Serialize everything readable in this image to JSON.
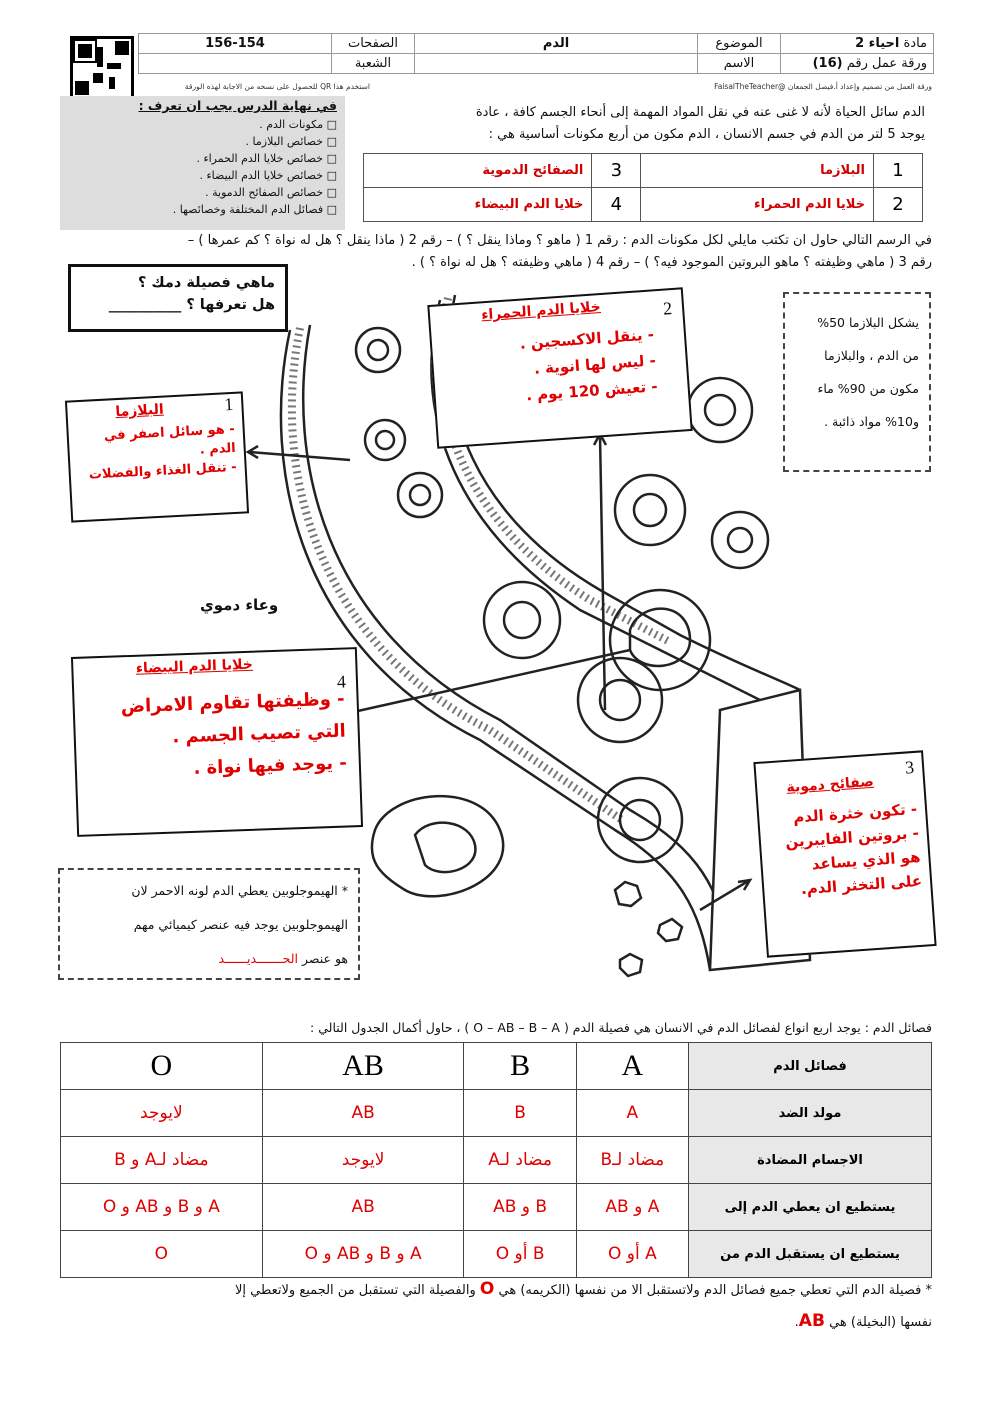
{
  "header": {
    "subject_label": "مادة",
    "subject_value": "احياء 2",
    "topic_label": "الموضوع",
    "topic_value": "الدم",
    "pages_label": "الصفحات",
    "pages_value": "156-154",
    "sheet_label": "ورقة عمل رقم",
    "sheet_value": "(16)",
    "name_label": "الاسم",
    "section_label": "الشعبة",
    "credit": "ورقة العمل من تصميم وإعداد أ.فيصل الجمعان @FaisalTheTeacher",
    "qr_note": "استخدم هذا QR للحصول على نسخه من الاجابة لهذه الورقة"
  },
  "objectives": {
    "title": "في نهاية الدرس يجب ان تعرف :",
    "items": [
      "مكونات الدم .",
      "خصائص البلازما .",
      "خصائص خلايا الدم الحمراء .",
      "خصائص خلايا الدم البيضاء .",
      "خصائص الصفائح الدموية .",
      "فصائل الدم المختلفة وخصائصها ."
    ]
  },
  "intro": {
    "line1": "الدم سائل الحياة لأنه لا غنى عنه في نقل المواد المهمة إلى أنحاء الجسم كافة ، عادة",
    "line2": "يوجد 5 لتر من الدم في جسم الانسان ، الدم مكون من أربع مكونات أساسية هي :"
  },
  "components": [
    {
      "num": "1",
      "name": "البلازما"
    },
    {
      "num": "3",
      "name": "الصفائح الدموية"
    },
    {
      "num": "2",
      "name": "خلايا الدم الحمراء"
    },
    {
      "num": "4",
      "name": "خلايا الدم البيضاء"
    }
  ],
  "instructions": {
    "line1": "في الرسم التالي حاول ان تكتب مايلي لكل مكونات الدم : رقم 1 ( ماهو ؟ وماذا ينقل ؟ ) – رقم 2 ( ماذا ينقل ؟ هل له نواة ؟ كم عمرها ) –",
    "line2": "رقم 3 ( ماهي وظيفته ؟ ماهو البروتين الموجود فيه؟ ) – رقم 4 ( ماهي وظيفته ؟ هل له نواة ؟ ) ."
  },
  "question_box": {
    "line1": "ماهي فصيلة دمك ؟",
    "line2": "هل تعرفها ؟ __________"
  },
  "plasma_note": {
    "line1": "يشكل البلازما 50%",
    "line2": "من الدم ، والبلازما",
    "line3": "مكون من 90% ماء",
    "line4": "و10% مواد ذائبة ."
  },
  "labels": {
    "plasma": {
      "num": "1",
      "title": "البلازما",
      "a1": "- هو سائل اصفر في",
      "a2": "الدم .",
      "a3": "- تنقل الغذاء والفضلات"
    },
    "red": {
      "num": "2",
      "title": "خلايا الدم الحمراء",
      "a1": "- ينقل الاكسجين .",
      "a2": "- ليس لها انوية .",
      "a3": "- تعيش 120 يوم ."
    },
    "platelets": {
      "num": "3",
      "title": "صفائح دموية",
      "a1": "- تكون خثرة الدم",
      "a2": "- بروتين الفايبرين",
      "a3": "هو الذي يساعد",
      "a4": "على التخثر الدم."
    },
    "white": {
      "num": "4",
      "title": "خلايا الدم البيضاء",
      "a1": "- وظيفتها تقاوم الامراض",
      "a2": "التي تصيب الجسم .",
      "a3": "- يوجد فيها نواة ."
    },
    "vessel": "وعاء دموي"
  },
  "hemo_note": {
    "line1": "* الهيموجلوبين يعطي الدم لونه الاحمر لان",
    "line2": "الهيموجلوبين يوجد فيه عنصر كيميائي مهم",
    "line3_pre": "هو عنصر",
    "answer": "الحـــــــديــــــد"
  },
  "blood_types": {
    "intro": "فصائل الدم : يوجد اربع انواع لفصائل الدم في الانسان هي فصيلة الدم ( O – AB – B – A ) ، حاول أكمال الجدول التالي :",
    "header_label": "فصائل الدم",
    "types": [
      "A",
      "B",
      "AB",
      "O"
    ],
    "rows": [
      {
        "label": "مولد الضد",
        "values": [
          "A",
          "B",
          "AB",
          "لايوجد"
        ]
      },
      {
        "label": "الاجسام المضادة",
        "values": [
          "مضاد لـB",
          "مضاد لـA",
          "لايوجد",
          "مضاد لـA و B"
        ]
      },
      {
        "label": "يستطيع ان يعطي الدم إلى",
        "values": [
          "A و AB",
          "B و AB",
          "AB",
          "A و B و AB و O"
        ]
      },
      {
        "label": "يستطيع ان يستقبل الدم من",
        "values": [
          "A أو O",
          "B أو O",
          "A و B و AB و O",
          "O"
        ]
      }
    ]
  },
  "footer": {
    "line1_pre": "* فصيلة الدم التي تعطي جميع فصائل الدم ولاتستقبل الا من نفسها (الكريمه) هي",
    "universal_donor": "O",
    "line1_post": "والفصيلة التي تستقبل من الجميع ولاتعطي إلا",
    "line2_pre": "نفسها (البخيلة) هي",
    "universal_recipient": "AB"
  }
}
